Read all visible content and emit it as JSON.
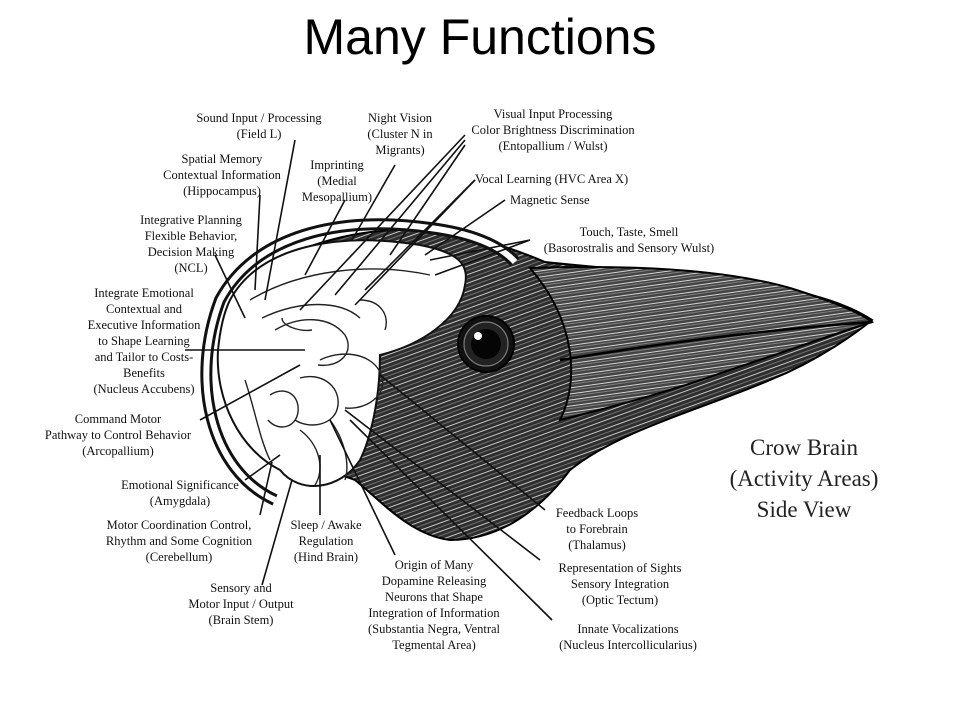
{
  "title": "Many Functions",
  "caption": [
    "Crow Brain",
    "(Activity Areas)",
    "Side View"
  ],
  "labels": {
    "sound": [
      "Sound Input / Processing",
      "(Field L)"
    ],
    "night": [
      "Night Vision",
      "(Cluster N in",
      "Migrants)"
    ],
    "visual": [
      "Visual Input Processing",
      "Color Brightness Discrimination",
      "(Entopallium / Wulst)"
    ],
    "spatial": [
      "Spatial Memory",
      "Contextual Information",
      "(Hippocampus)"
    ],
    "imprinting": [
      "Imprinting",
      "(Medial",
      "Mesopallium)"
    ],
    "vocal": [
      "Vocal Learning (HVC Area X)"
    ],
    "magnetic": [
      "Magnetic Sense"
    ],
    "touch": [
      "Touch, Taste, Smell",
      "(Basorostralis and Sensory Wulst)"
    ],
    "integrative": [
      "Integrative Planning",
      "Flexible Behavior,",
      "Decision Making",
      "(NCL)"
    ],
    "emotional_ctx": [
      "Integrate Emotional",
      "Contextual and",
      "Executive Information",
      "to Shape Learning",
      "and Tailor to Costs-",
      "Benefits",
      "(Nucleus Accubens)"
    ],
    "command": [
      "Command Motor",
      "Pathway to Control Behavior",
      "(Arcopallium)"
    ],
    "amygdala": [
      "Emotional Significance",
      "(Amygdala)"
    ],
    "motor": [
      "Motor Coordination Control,",
      "Rhythm and Some Cognition",
      "(Cerebellum)"
    ],
    "sleep": [
      "Sleep / Awake",
      "Regulation",
      "(Hind Brain)"
    ],
    "sensory": [
      "Sensory and",
      "Motor Input / Output",
      "(Brain Stem)"
    ],
    "dopamine": [
      "Origin of Many",
      "Dopamine Releasing",
      "Neurons that Shape",
      "Integration of Information",
      "(Substantia Negra, Ventral",
      "Tegmental Area)"
    ],
    "feedback": [
      "Feedback Loops",
      "to Forebrain",
      "(Thalamus)"
    ],
    "representation": [
      "Representation of Sights",
      "Sensory Integration",
      "(Optic Tectum)"
    ],
    "innate": [
      "Innate Vocalizations",
      "(Nucleus Intercollicularius)"
    ]
  },
  "colors": {
    "ink": "#111111",
    "background": "#ffffff",
    "feather": "#3a3a3a"
  }
}
